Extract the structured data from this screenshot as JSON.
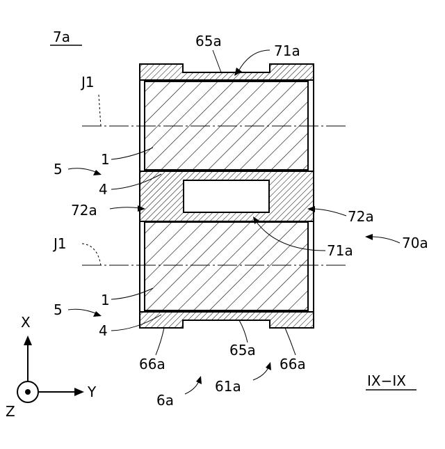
{
  "figure": {
    "view_label": "7a",
    "section_label": "IX−IX"
  },
  "labels": {
    "l65a_top": "65a",
    "l71a_top": "71a",
    "j1_top": "J1",
    "one_top": "1",
    "five_top": "5",
    "four_mid": "4",
    "l72a_left": "72a",
    "l72a_right": "72a",
    "l70a": "70a",
    "j1_bot": "J1",
    "l71a_bot": "71a",
    "one_bot": "1",
    "five_bot": "5",
    "four_bot": "4",
    "l66a_left": "66a",
    "l65a_bot": "65a",
    "l66a_right": "66a",
    "l6a": "6a",
    "l61a": "61a"
  },
  "axes": {
    "x": "X",
    "y": "Y",
    "z": "Z"
  },
  "colors": {
    "line": "#000000",
    "background": "#ffffff"
  }
}
